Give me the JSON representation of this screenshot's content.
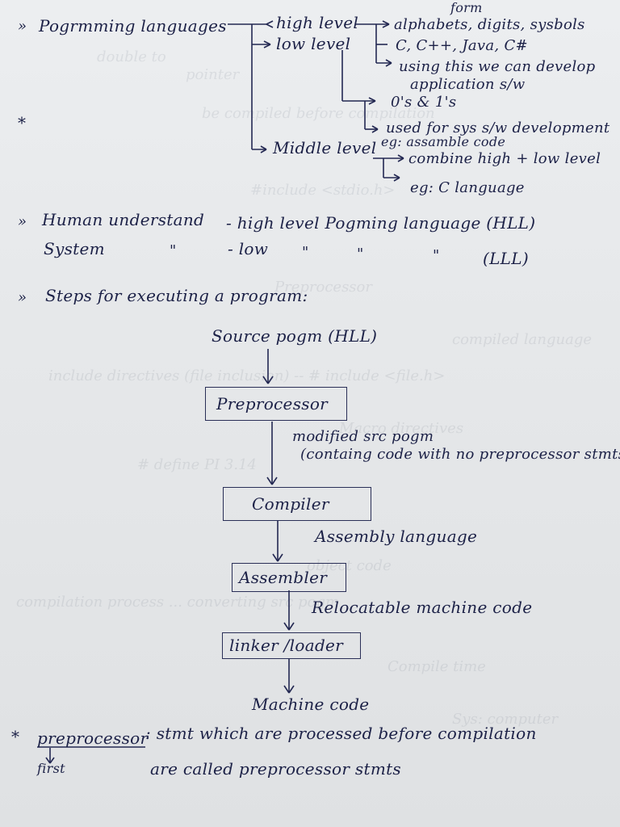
{
  "top": {
    "form": "form",
    "bullet1": "»",
    "prog_lang": "Pogrmming languages",
    "high_level": "high level",
    "low_level": "low level",
    "alphabets": "alphabets, digits, sysbols",
    "c_java": "C, C++, Java, C#",
    "using_this": "using this we can develop",
    "application": "application s/w",
    "zeros_ones": "0's & 1's",
    "used_for": "used for sys s/w development",
    "eg_asm": "eg: assamble code",
    "middle_level": "Middle level",
    "combine": "combine high + low level",
    "eg_c": "eg: C language",
    "star": "*"
  },
  "human": {
    "bullet": "»",
    "human_label": "Human understand",
    "human_value": "- high level Pogming language (HLL)",
    "system_label": "System",
    "ditto1": "\"",
    "system_value": "- low",
    "ditto2": "\"",
    "ditto3": "\"",
    "ditto4": "\"",
    "lll": "(LLL)"
  },
  "steps": {
    "bullet": "»",
    "title": "Steps  for executing a program:",
    "source": "Source pogm (HLL)",
    "preprocessor": "Preprocessor",
    "modified": "modified src pogm",
    "containing": "(containg code with no preprocessor stmts)",
    "compiler": "Compiler",
    "assembly": "Assembly language",
    "assembler": "Assembler",
    "relocatable": "Relocatable machine code",
    "linker": "linker /loader",
    "machine": "Machine code"
  },
  "note": {
    "star": "*",
    "term": "preprocessor",
    "first": "first",
    "line1": ": stmt which are processed before compilation",
    "line2": "are called preprocessor stmts"
  },
  "bleed": {
    "b1": "double to",
    "b2": "pointer",
    "b3": "be compiled before compilation",
    "b4": "#include <stdio.h>",
    "b5": "Preprocessor",
    "b6": "compiled language",
    "b7": "include directives (file inclusion) -- # include <file.h>",
    "b8": "# define PI 3.14",
    "b9": "Macro directives",
    "b10": "object code",
    "b11": "compilation process ... converting src pogm",
    "b12": "Compile time",
    "b13": "Sys: computer"
  }
}
